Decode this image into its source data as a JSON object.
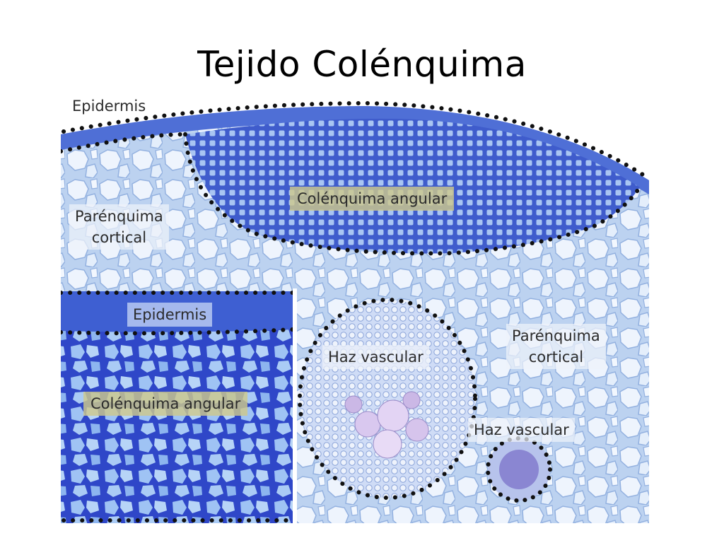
{
  "title": "Tejido Colénquima",
  "labels": {
    "epidermis_top": "Epidermis",
    "colenquima_main": "Colénquima angular",
    "parenquima_left": "Parénquima\ncortical",
    "inset_epidermis": "Epidermis",
    "inset_colenquima": "Colénquima angular",
    "haz_vascular_large": "Haz vascular",
    "parenquima_right": "Parénquima\ncortical",
    "haz_vascular_small": "Haz vascular"
  },
  "colors": {
    "parenchyma": "#c9dcf4",
    "collenchyma": "#3c57c9",
    "epidermis": "#4b6ad0",
    "label_box": "#cfc98a",
    "dots": "#111111"
  }
}
